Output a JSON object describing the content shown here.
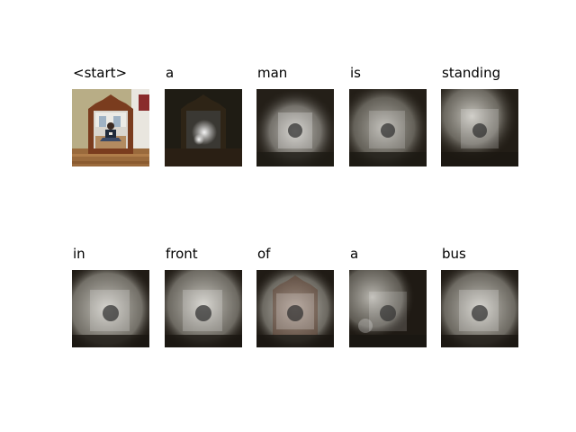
{
  "figure": {
    "panels": [
      {
        "word": "<start>",
        "kind": "original"
      },
      {
        "word": "a",
        "kind": "attention",
        "spot": "center-small"
      },
      {
        "word": "man",
        "kind": "attention",
        "spot": "broad-center"
      },
      {
        "word": "is",
        "kind": "attention",
        "spot": "broad-center"
      },
      {
        "word": "standing",
        "kind": "attention",
        "spot": "broad-top-left"
      },
      {
        "word": "in",
        "kind": "attention",
        "spot": "broad-all"
      },
      {
        "word": "front",
        "kind": "attention",
        "spot": "broad-all"
      },
      {
        "word": "of",
        "kind": "attention",
        "spot": "broad-mid"
      },
      {
        "word": "a",
        "kind": "attention",
        "spot": "left-top"
      },
      {
        "word": "bus",
        "kind": "attention",
        "spot": "broad-all"
      }
    ]
  }
}
